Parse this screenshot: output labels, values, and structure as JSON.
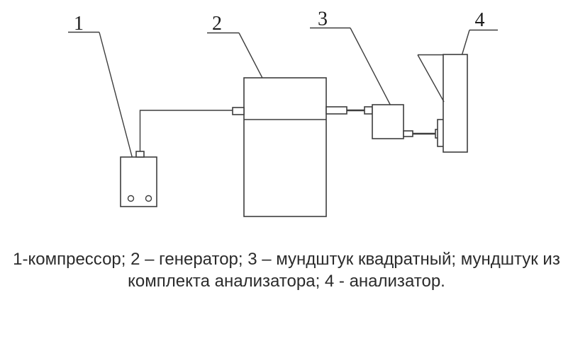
{
  "page": {
    "background": "#ffffff"
  },
  "colors": {
    "line": "#3d3d3d",
    "label": "#1c1c1c",
    "caption": "#2b2b2b"
  },
  "labels": [
    {
      "text": "1"
    },
    {
      "text": "2"
    },
    {
      "text": "3"
    },
    {
      "text": "4"
    }
  ],
  "caption": {
    "line1": "1-компрессор; 2 – генератор; 3 – мундштук квадратный; мундштук из",
    "line2": "комплекта анализатора; 4 - анализатор."
  }
}
